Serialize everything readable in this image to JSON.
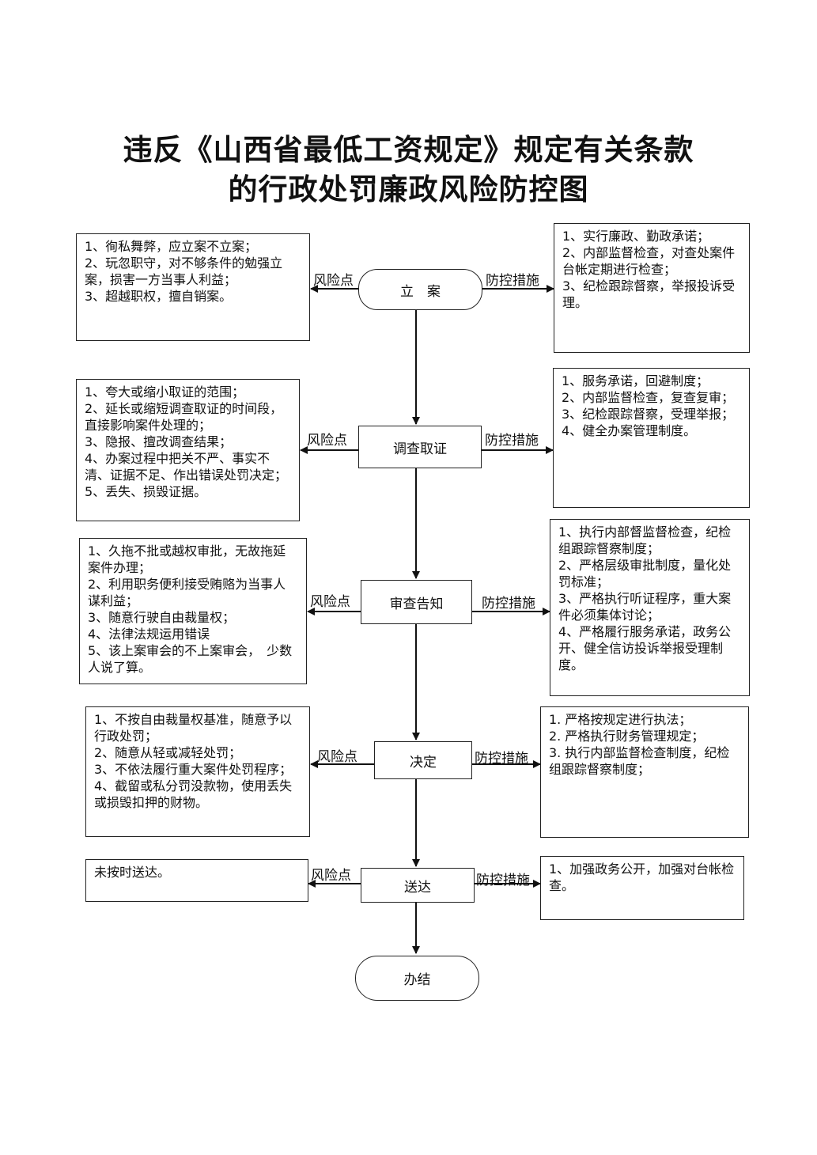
{
  "title": {
    "line1": "违反《山西省最低工资规定》规定有关条款",
    "line2": "的行政处罚廉政风险防控图"
  },
  "labels": {
    "risk": "风险点",
    "control": "防控措施"
  },
  "steps": [
    {
      "name": "立　案",
      "risks": [
        "1、徇私舞弊，应立案不立案；",
        "2、玩忽职守，对不够条件的勉强立案，损害一方当事人利益；",
        "3、超越职权，擅自销案。"
      ],
      "controls": [
        "1、实行廉政、勤政承诺；",
        "2、内部监督检查，对查处案件台帐定期进行检查；",
        "3、纪检跟踪督察，举报投诉受理。"
      ]
    },
    {
      "name": "调查取证",
      "risks": [
        "1、夸大或缩小取证的范围；",
        "2、延长或缩短调查取证的时间段，直接影响案件处理的；",
        "3、隐报、擅改调查结果；",
        "4、办案过程中把关不严、事实不清、证据不足、作出错误处罚决定；",
        "5、丢失、损毁证据。"
      ],
      "controls": [
        "1、服务承诺，回避制度；",
        "2、内部监督检查，复查复审；",
        "3、纪检跟踪督察，受理举报；",
        "4、健全办案管理制度。"
      ]
    },
    {
      "name": "审查告知",
      "risks": [
        "1、久拖不批或越权审批，无故拖延案件办理；",
        "2、利用职务便利接受贿赂为当事人谋利益；",
        "3、随意行驶自由裁量权；",
        "4、法律法规运用错误",
        "5、该上案审会的不上案审会，　少数人说了算。"
      ],
      "controls": [
        "1、执行内部督监督检查，纪检组跟踪督察制度；",
        "2、严格层级审批制度，量化处罚标准；",
        "3、严格执行听证程序，重大案件必须集体讨论；",
        "4、严格履行服务承诺，政务公开、健全信访投诉举报受理制度。"
      ]
    },
    {
      "name": "决定",
      "risks": [
        "1、不按自由裁量权基准，随意予以行政处罚；",
        "2、随意从轻或减轻处罚；",
        "3、不依法履行重大案件处罚程序；",
        "4、截留或私分罚没款物，使用丢失或损毁扣押的财物。"
      ],
      "controls": [
        "1. 严格按规定进行执法；",
        "2. 严格执行财务管理规定；",
        "3. 执行内部监督检查制度，纪检组跟踪督察制度；"
      ]
    },
    {
      "name": "送达",
      "risks": [
        "未按时送达。"
      ],
      "controls": [
        "1、加强政务公开，加强对台帐检查。"
      ]
    }
  ],
  "end": "办结"
}
